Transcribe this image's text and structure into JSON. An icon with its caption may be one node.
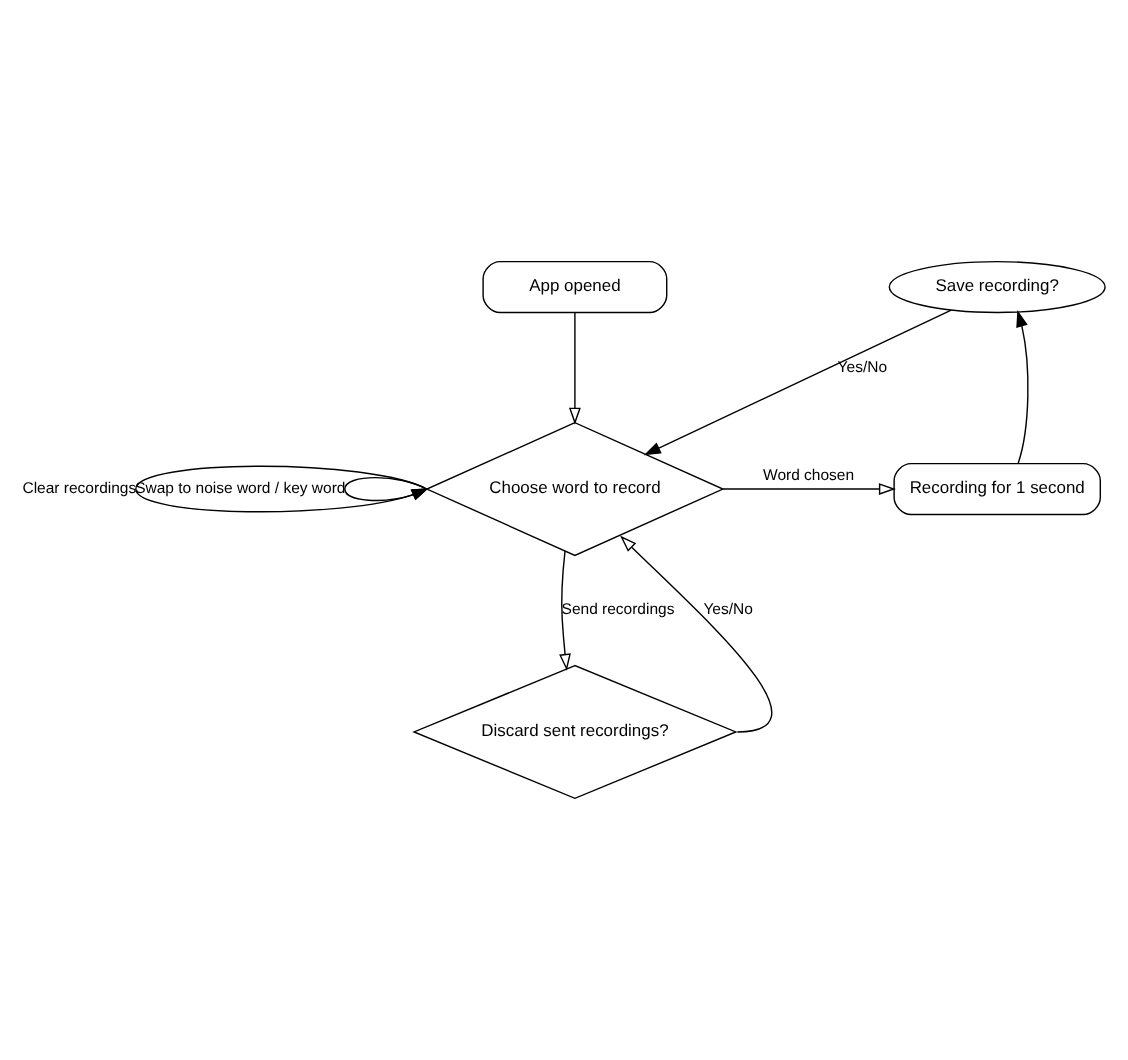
{
  "diagram": {
    "nodes": [
      {
        "text": [
          "App opened"
        ]
      },
      {
        "text": [
          "Choose word to record"
        ]
      },
      {
        "text": [
          "Save recording?"
        ]
      },
      {
        "text": [
          "Recording for 1 second"
        ]
      },
      {
        "text": [
          "Discard sent recordings?"
        ]
      }
    ],
    "edges": [
      {
        "from": 0,
        "to": 1,
        "arrow": "to"
      },
      {
        "from": 1,
        "to": 1,
        "arrow": "to",
        "label": "Swap to noise word / key word"
      },
      {
        "from": 1,
        "to": 3,
        "arrow": "to",
        "label": "Word chosen"
      },
      {
        "from": 3,
        "to": 2,
        "arrow": "to"
      },
      {
        "from": 2,
        "to": 1,
        "arrow": "to",
        "label": "Yes/No"
      },
      {
        "from": 1,
        "to": 1,
        "arrow": "to",
        "label": "Clear recordings"
      },
      {
        "from": 1,
        "to": 4,
        "arrow": "to",
        "label": "Send recordings"
      },
      {
        "from": 4,
        "to": 1,
        "arrow": "to",
        "label": "Yes/No"
      }
    ]
  }
}
